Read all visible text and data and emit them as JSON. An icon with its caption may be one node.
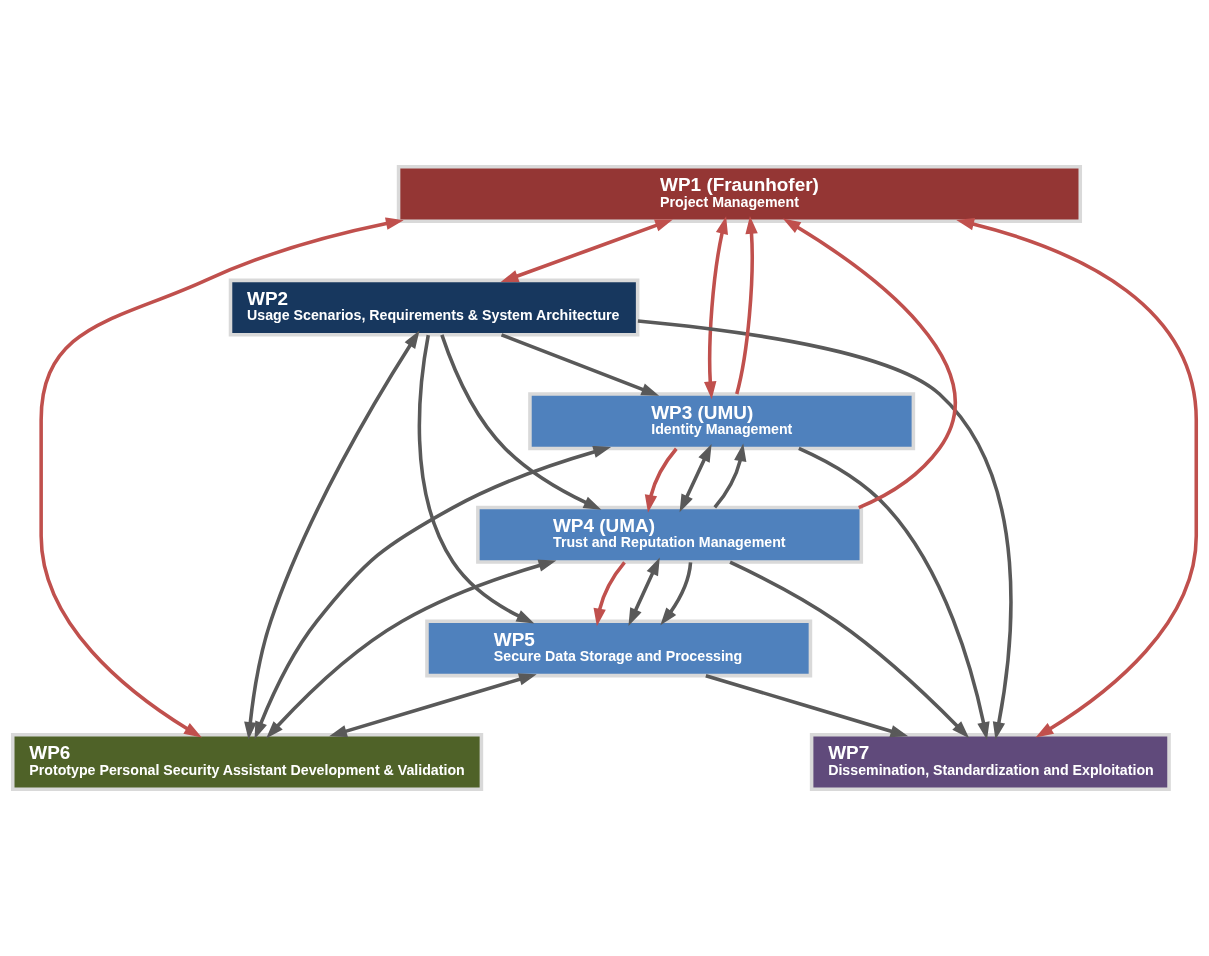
{
  "diagram": {
    "nodes": [
      {
        "text": [
          "WP1 (Fraunhofer)",
          "Project Management"
        ]
      },
      {
        "text": [
          "WP2",
          "Usage Scenarios, Requirements & System Architecture"
        ]
      },
      {
        "text": [
          "WP3 (UMU)",
          "Identity Management"
        ]
      },
      {
        "text": [
          "WP4 (UMA)",
          "Trust and Reputation Management"
        ]
      },
      {
        "text": [
          "WP5",
          "Secure Data Storage and Processing"
        ]
      },
      {
        "text": [
          "WP6",
          "Prototype Personal Security Assistant Development & Validation"
        ]
      },
      {
        "text": [
          "WP7",
          "Dissemination, Standardization and Exploitation"
        ]
      }
    ],
    "edges": [
      {
        "from": 0,
        "to": 6,
        "arrow": "both",
        "color": "#c0504d"
      },
      {
        "from": 0,
        "to": 1,
        "arrow": "both",
        "color": "#c0504d"
      },
      {
        "from": 0,
        "to": 2,
        "arrow": "both",
        "color": "#c0504d"
      },
      {
        "from": 2,
        "to": 0,
        "arrow": "to",
        "color": "#c0504d"
      },
      {
        "from": 3,
        "to": 0,
        "arrow": "to",
        "color": "#c0504d"
      },
      {
        "from": 0,
        "to": 5,
        "arrow": "both",
        "color": "#c0504d"
      },
      {
        "from": 2,
        "to": 3,
        "arrow": "to",
        "color": "#c0504d"
      },
      {
        "from": 3,
        "to": 4,
        "arrow": "to",
        "color": "#c0504d"
      },
      {
        "from": 1,
        "to": 2,
        "arrow": "to"
      },
      {
        "from": 1,
        "to": 3,
        "arrow": "to"
      },
      {
        "from": 1,
        "to": 4,
        "arrow": "to"
      },
      {
        "from": 1,
        "to": 5,
        "arrow": "both"
      },
      {
        "from": 1,
        "to": 6,
        "arrow": "to"
      },
      {
        "from": 2,
        "to": 3,
        "arrow": "both"
      },
      {
        "from": 3,
        "to": 2,
        "arrow": "to"
      },
      {
        "from": 3,
        "to": 4,
        "arrow": "both"
      },
      {
        "from": 3,
        "to": 4,
        "arrow": "to"
      },
      {
        "from": 2,
        "to": 5,
        "arrow": "both"
      },
      {
        "from": 3,
        "to": 5,
        "arrow": "both"
      },
      {
        "from": 4,
        "to": 5,
        "arrow": "both"
      },
      {
        "from": 2,
        "to": 6,
        "arrow": "to"
      },
      {
        "from": 3,
        "to": 6,
        "arrow": "to"
      },
      {
        "from": 4,
        "to": 6,
        "arrow": "to"
      }
    ]
  }
}
